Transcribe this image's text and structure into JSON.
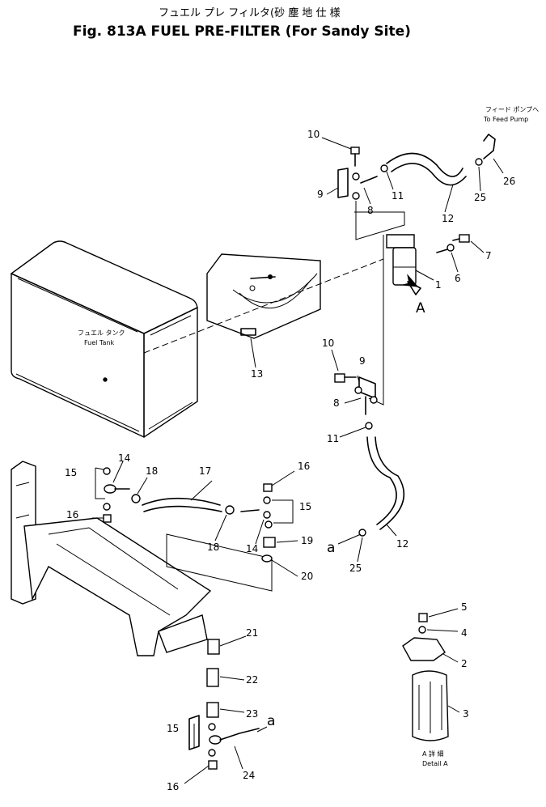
{
  "title": {
    "jp": "フュエル プレ フィルタ(砂 塵 地 仕 様",
    "en": "Fig. 813A FUEL PRE-FILTER (For Sandy Site)"
  },
  "captions": {
    "to_feed_pump_jp": "フィード ポンプへ",
    "to_feed_pump_en": "To Feed Pump",
    "fuel_tank_jp": "フュエル タンク",
    "fuel_tank_en": "Fuel Tank",
    "view_a": "A",
    "detail_a_jp": "A 詳 細",
    "detail_a_en": "Detail A",
    "conn_a1": "a",
    "conn_a2": "a"
  },
  "callouts": {
    "c10a": "10",
    "c9a": "9",
    "c8a": "8",
    "c11a": "11",
    "c12a": "12",
    "c25a": "25",
    "c26": "26",
    "c7": "7",
    "c6": "6",
    "c1": "1",
    "c13": "13",
    "c10b": "10",
    "c9b": "9",
    "c8b": "8",
    "c11b": "11",
    "c12b": "12",
    "c25b": "25",
    "c15a": "15",
    "c14a": "14",
    "c18a": "18",
    "c17": "17",
    "c16a": "16",
    "c15b": "15",
    "c16b": "16",
    "c18b": "18",
    "c14b": "14",
    "c19": "19",
    "c20": "20",
    "c21": "21",
    "c22": "22",
    "c23": "23",
    "c15c": "15",
    "c24": "24",
    "c16c": "16",
    "c5": "5",
    "c4": "4",
    "c2": "2",
    "c3": "3"
  }
}
